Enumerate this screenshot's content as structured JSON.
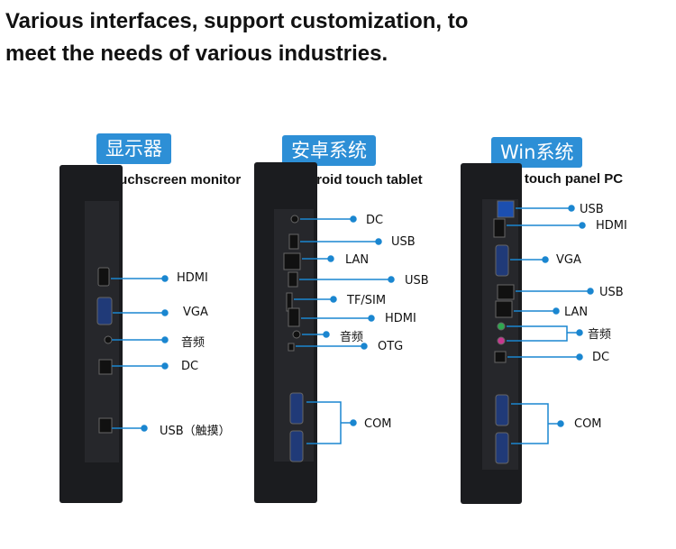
{
  "headline": {
    "line1": "Various interfaces, support customization, to",
    "line2": "meet the needs of various industries."
  },
  "colors": {
    "badge": "#2d8fd6",
    "leader": "#1a86d0",
    "panel": "#1b1c1f"
  },
  "products": [
    {
      "badge": "显示器",
      "subtitle": "touchscreen monitor",
      "ports": [
        "HDMI",
        "VGA",
        "音频",
        "DC",
        "USB（触摸）"
      ]
    },
    {
      "badge": "安卓系统",
      "subtitle": "Android touch tablet",
      "ports": [
        "DC",
        "USB",
        "LAN",
        "USB",
        "TF/SIM",
        "HDMI",
        "音频",
        "OTG",
        "COM"
      ]
    },
    {
      "badge": "Win系统",
      "subtitle": "X86 touch panel PC",
      "ports": [
        "USB",
        "HDMI",
        "VGA",
        "USB",
        "LAN",
        "音频",
        "DC",
        "COM"
      ]
    }
  ]
}
